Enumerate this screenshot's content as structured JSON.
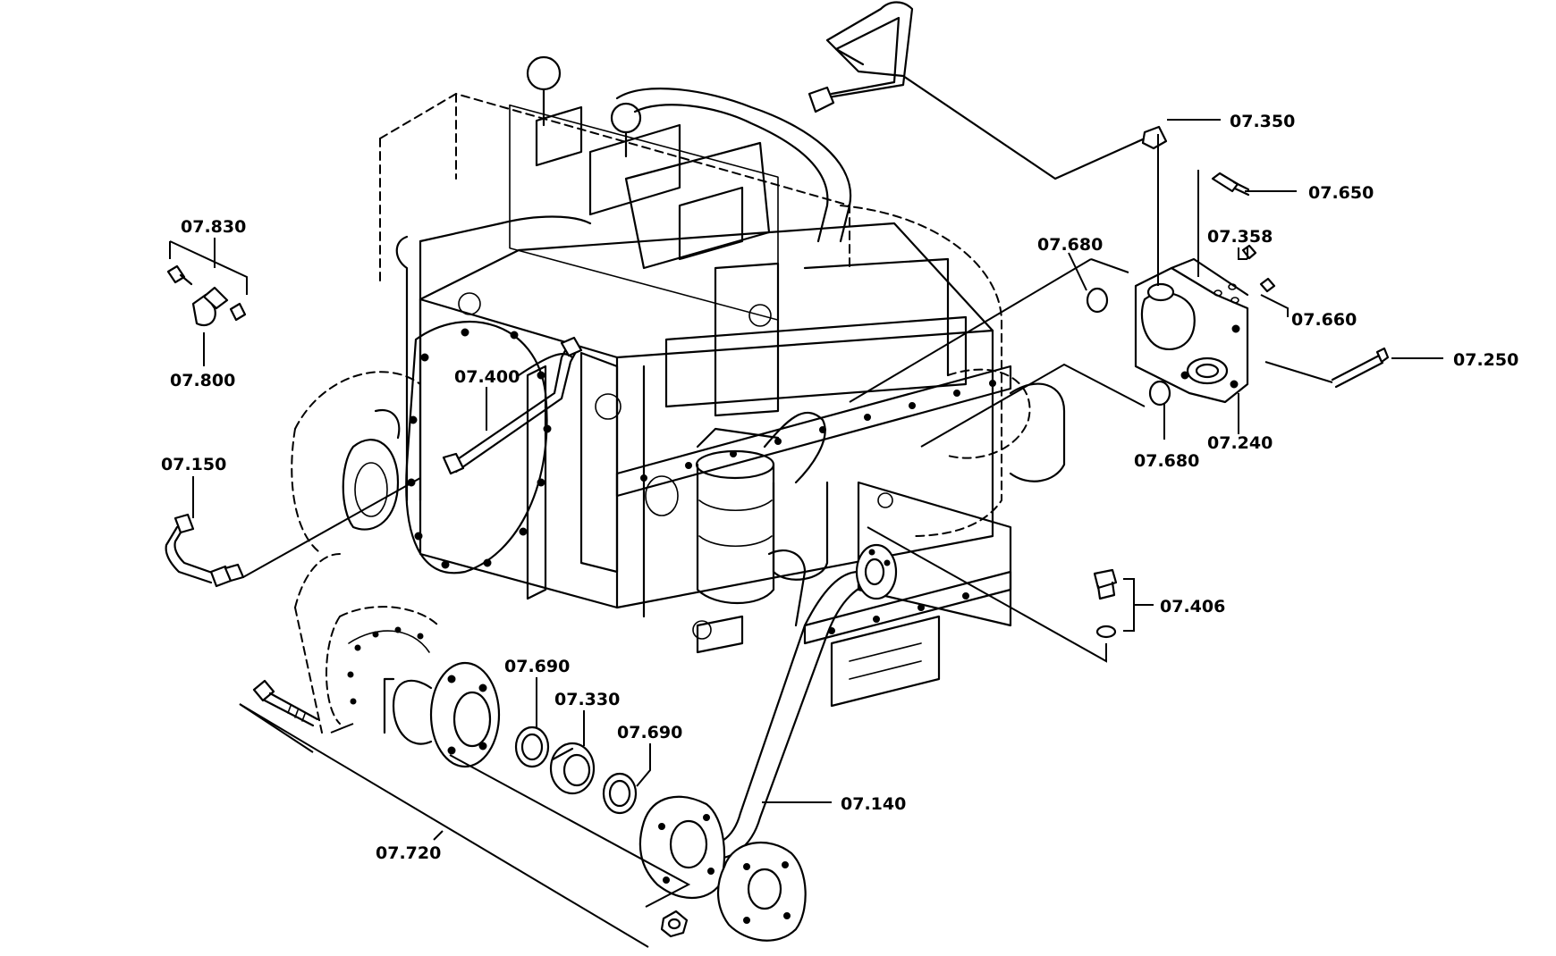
{
  "callouts": {
    "c07350": "07.350",
    "c07650": "07.650",
    "c07680a": "07.680",
    "c07358": "07.358",
    "c07660": "07.660",
    "c07250": "07.250",
    "c07680b": "07.680",
    "c07240": "07.240",
    "c07830": "07.830",
    "c07800": "07.800",
    "c07400": "07.400",
    "c07150": "07.150",
    "c07406": "07.406",
    "c07690a": "07.690",
    "c07330": "07.330",
    "c07690b": "07.690",
    "c07140": "07.140",
    "c07720": "07.720"
  }
}
